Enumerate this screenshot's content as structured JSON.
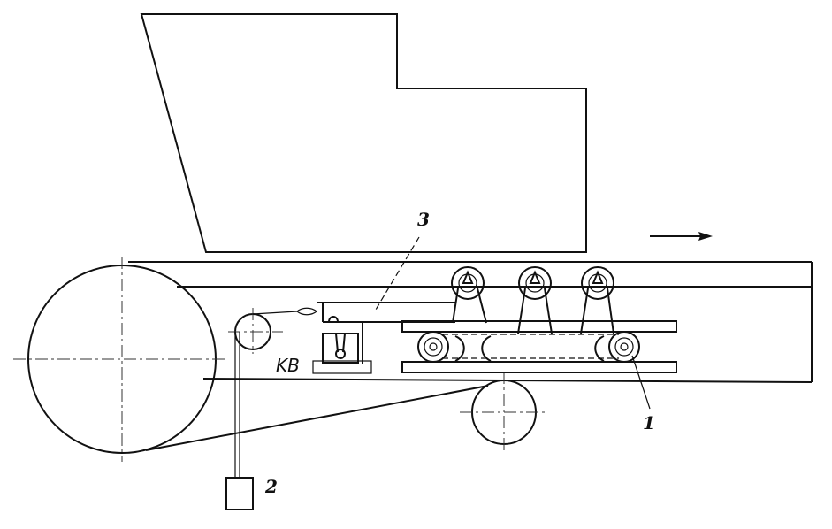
{
  "labels": {
    "roller": "1",
    "weight": "2",
    "lever": "3",
    "switch": "KB"
  },
  "colors": {
    "ink": "#111111",
    "background": "#ffffff"
  }
}
